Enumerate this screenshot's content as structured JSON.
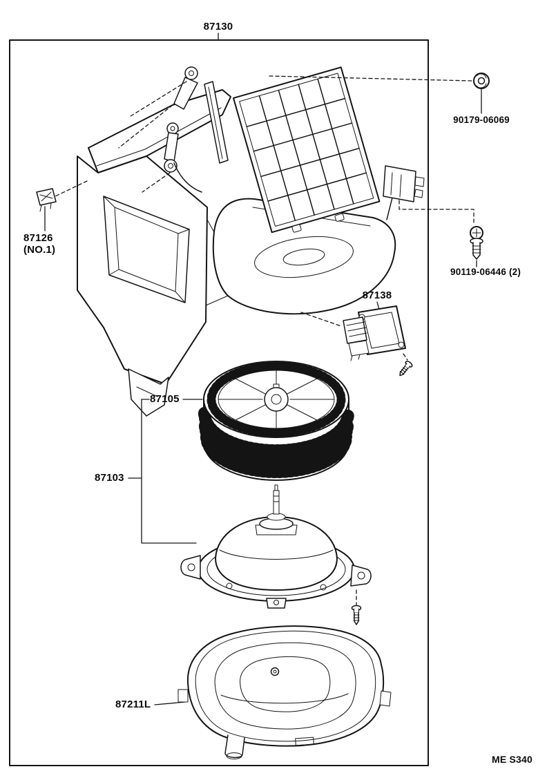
{
  "page": {
    "code": "ME S340"
  },
  "parts": {
    "assembly": {
      "label": "87130"
    },
    "ring_nut": {
      "label": "90179-06069"
    },
    "clip": {
      "label": "87126",
      "sublabel": "(NO.1)"
    },
    "mount_screw": {
      "label": "90119-06446 (2)"
    },
    "resistor": {
      "label": "87138"
    },
    "fan_wheel": {
      "label": "87105"
    },
    "blower_motor": {
      "label": "87103"
    },
    "lower_case": {
      "label": "87211L"
    }
  }
}
